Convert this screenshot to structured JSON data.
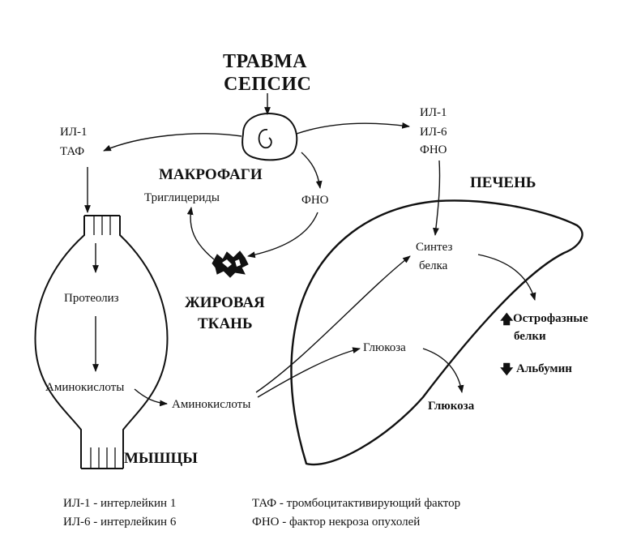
{
  "title": {
    "line1": "ТРАВМА",
    "line2": "СЕПСИС"
  },
  "macrophage": {
    "label": "МАКРОФАГИ",
    "left_signals": [
      "ИЛ-1",
      "ТАФ"
    ],
    "right_signals": [
      "ИЛ-1",
      "ИЛ-6",
      "ФНО"
    ],
    "tnf": "ФНО",
    "triglycerides": "Триглицериды"
  },
  "adipose": {
    "label_line1": "ЖИРОВАЯ",
    "label_line2": "ТКАНЬ"
  },
  "muscle": {
    "label": "МЫШЦЫ",
    "proteolysis": "Протеолиз",
    "amino_acids": "Аминокислоты"
  },
  "blood": {
    "amino_acids": "Аминокислоты"
  },
  "liver": {
    "label": "ПЕЧЕНЬ",
    "protein_synthesis_line1": "Синтез",
    "protein_synthesis_line2": "белка",
    "glucose_inside": "Глюкоза",
    "glucose_out": "Глюкоза",
    "acute_phase_line1": "Острофазные",
    "acute_phase_line2": "белки",
    "albumin": "Альбумин",
    "up_icon": "arrow-up-icon",
    "down_icon": "arrow-down-icon"
  },
  "legend": {
    "il1": "ИЛ-1 - интерлейкин 1",
    "il6": "ИЛ-6 - интерлейкин 6",
    "taf": "ТАФ - тромбоцитактивирующий фактор",
    "fno": "ФНО - фактор некроза опухолей"
  },
  "colors": {
    "ink": "#111111",
    "background": "#ffffff"
  }
}
